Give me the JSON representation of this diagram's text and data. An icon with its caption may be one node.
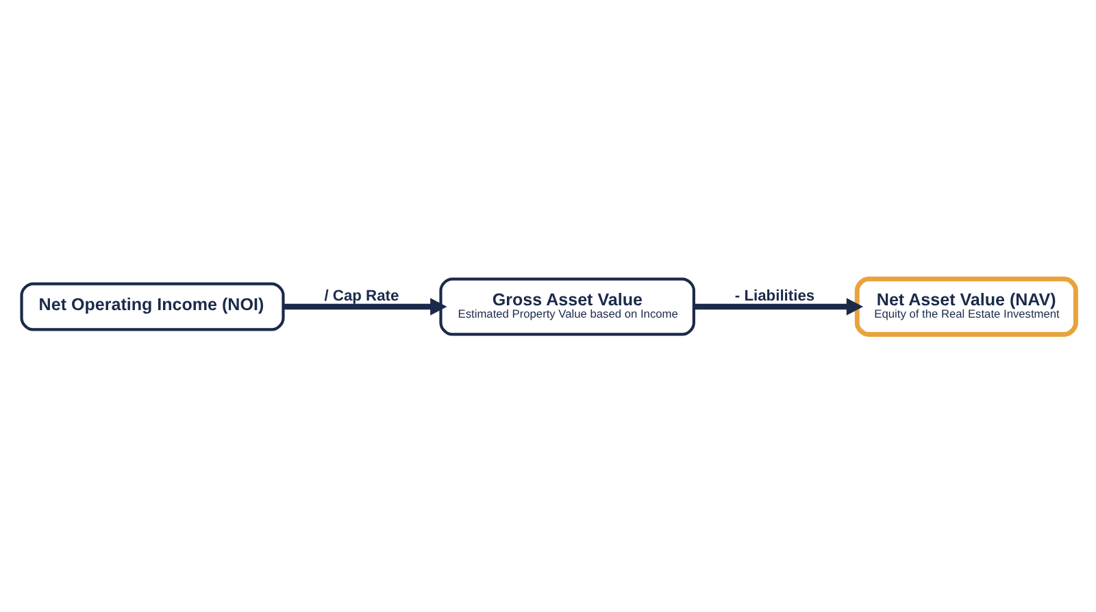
{
  "diagram": {
    "nodes": [
      {
        "text": [
          "Net Operating Income (NOI)"
        ]
      },
      {
        "text": [
          "Gross Asset Value",
          "Estimated Property Value based on Income"
        ]
      },
      {
        "text": [
          "Net Asset Value (NAV)",
          "Equity of the Real Estate Investment"
        ]
      }
    ],
    "edges": [
      {
        "from": 0,
        "to": 1,
        "arrow": "to",
        "label": "/ Cap Rate"
      },
      {
        "from": 1,
        "to": 2,
        "arrow": "to",
        "label": "- Liabilities"
      }
    ]
  }
}
